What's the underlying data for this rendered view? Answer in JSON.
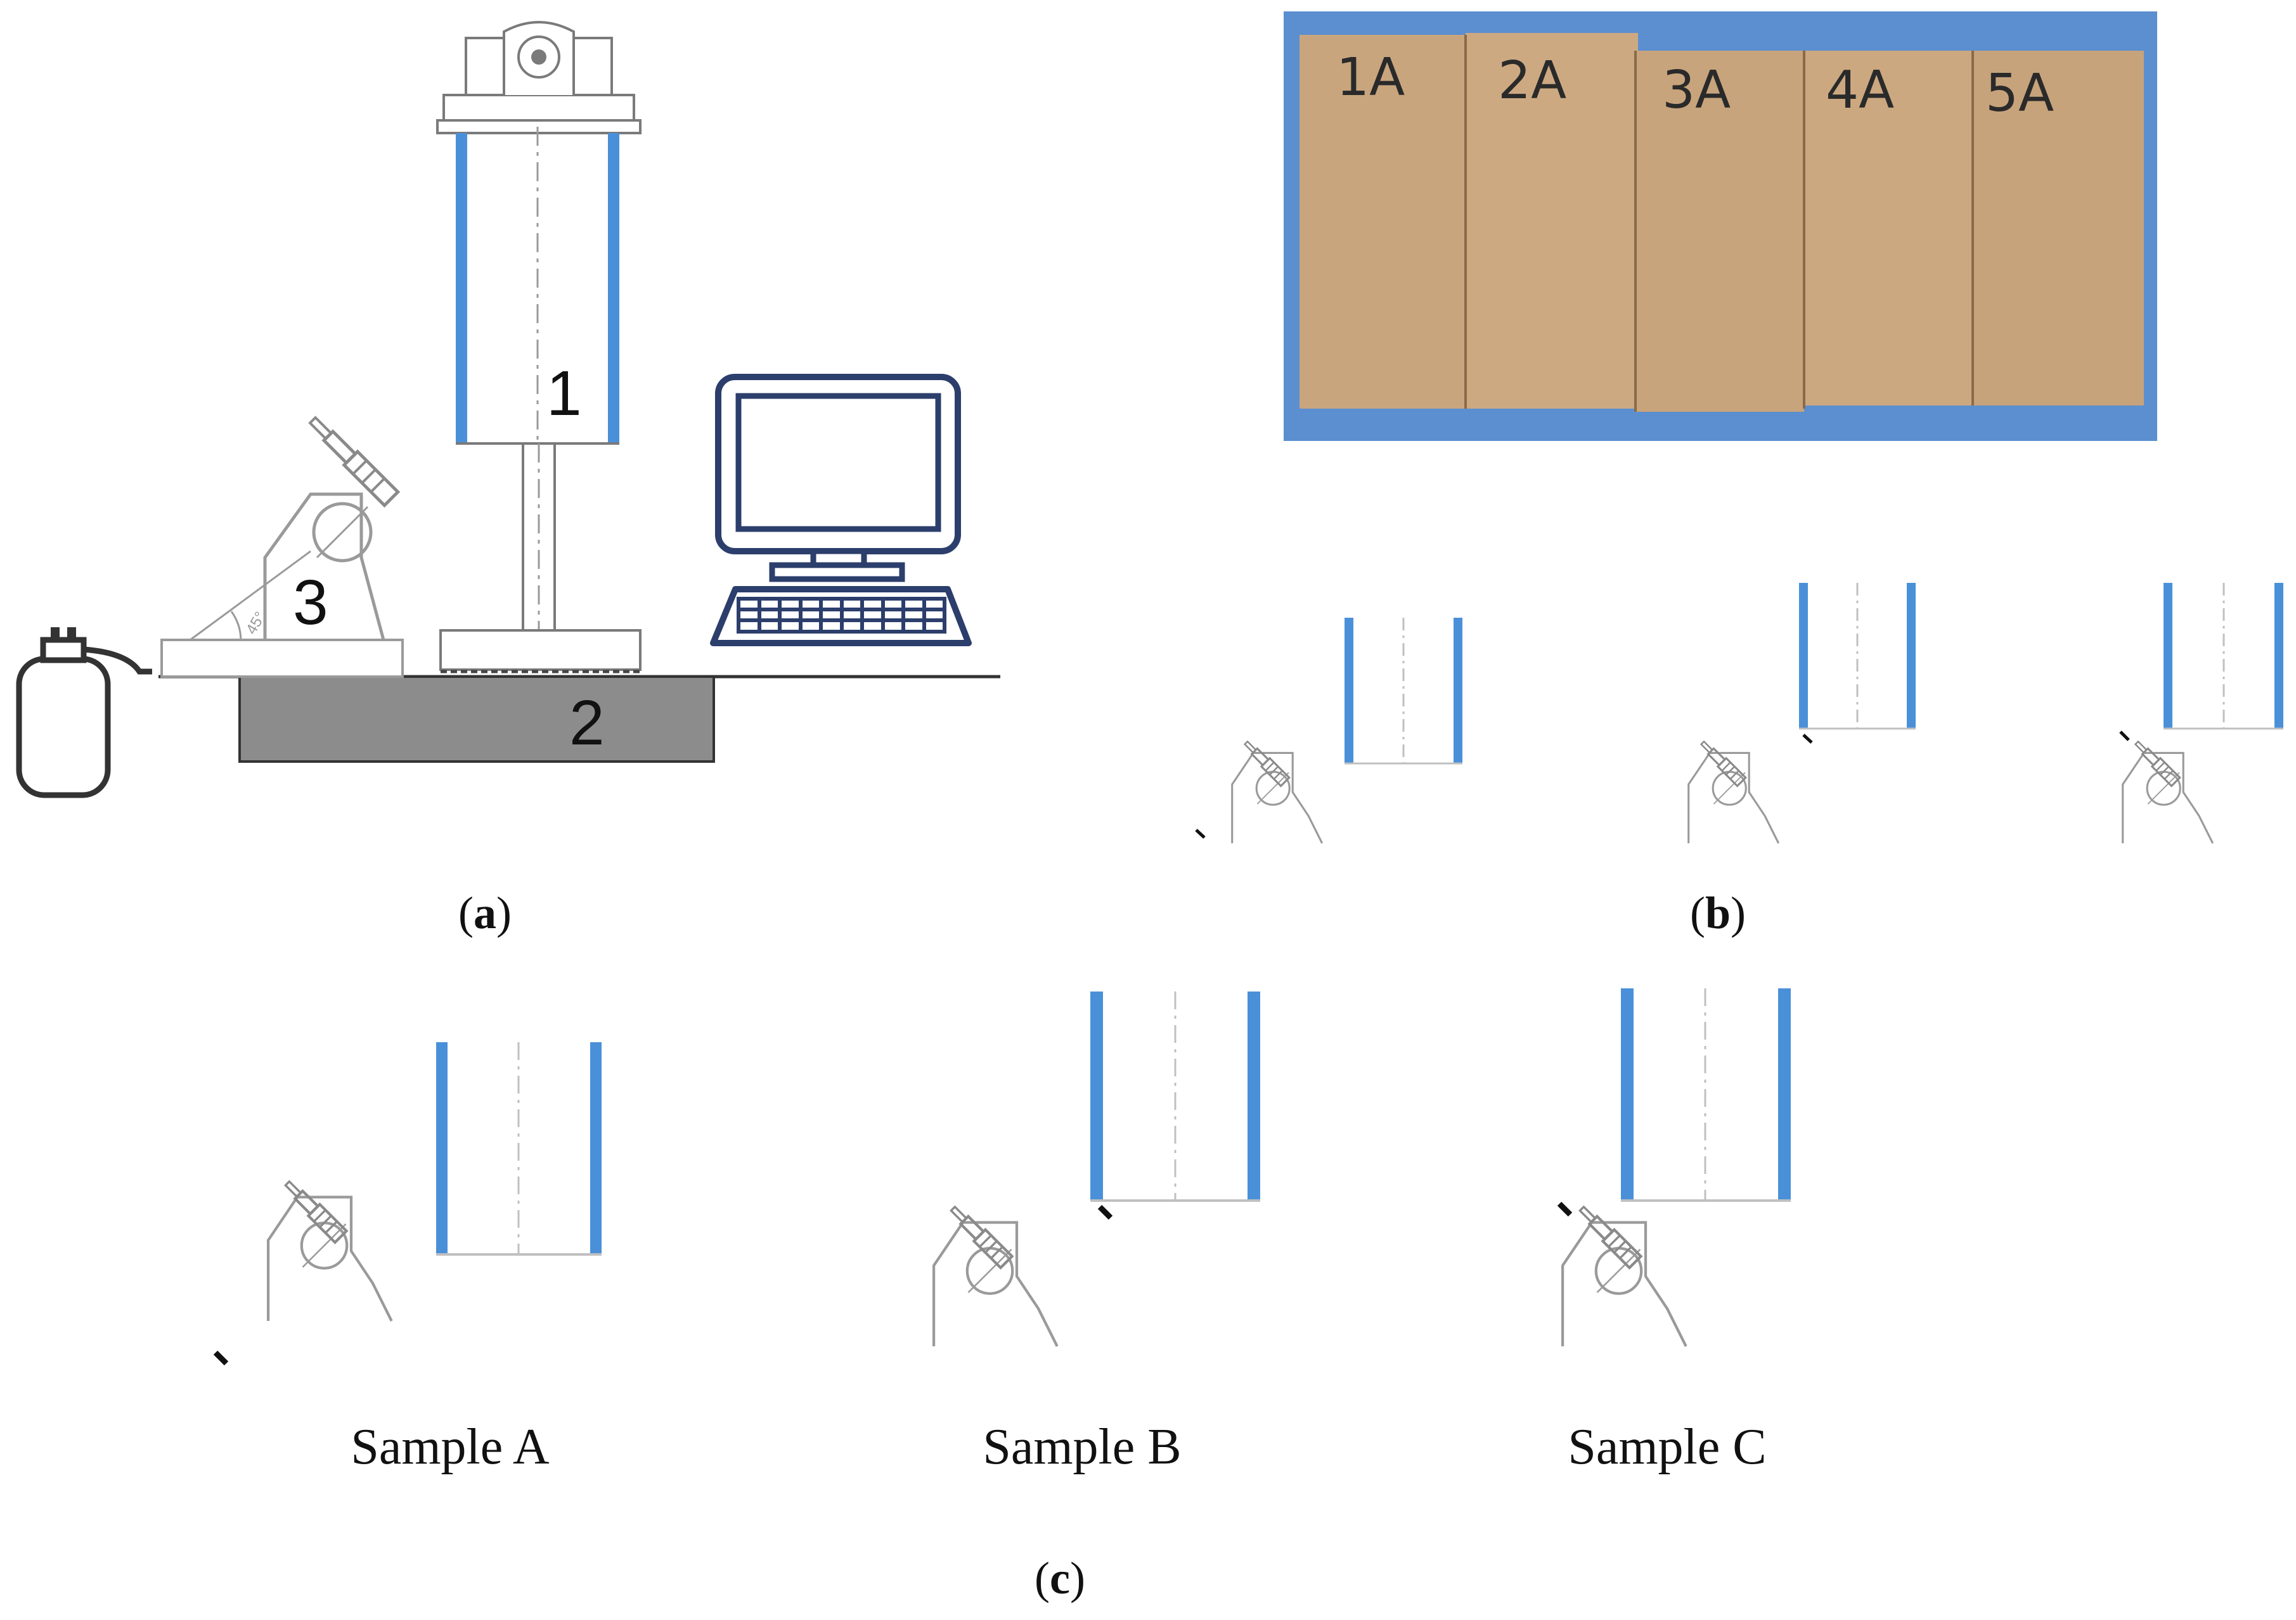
{
  "figure": {
    "panel_a": {
      "caption_open": "(",
      "caption_letter": "a",
      "caption_close": ")",
      "labels": [
        "1",
        "2",
        "3"
      ],
      "angle_mark": "45°"
    },
    "panel_b": {
      "caption_open": "(",
      "caption_letter": "b",
      "caption_close": ")",
      "photo_labels": [
        "1A",
        "2A",
        "3A",
        "4A",
        "5A"
      ]
    },
    "panel_c": {
      "caption_open": "(",
      "caption_letter": "c",
      "caption_close": ")",
      "samples": [
        "Sample A",
        "Sample B",
        "Sample C"
      ]
    }
  },
  "colors": {
    "tube_blue": "#4a90d9",
    "line_gray": "#8a8a8a",
    "base_gray": "#8c8c8c",
    "monitor_navy": "#2c3e6b",
    "photo_frame": "#5b8fcf",
    "board_tan": "#c9a57e"
  }
}
